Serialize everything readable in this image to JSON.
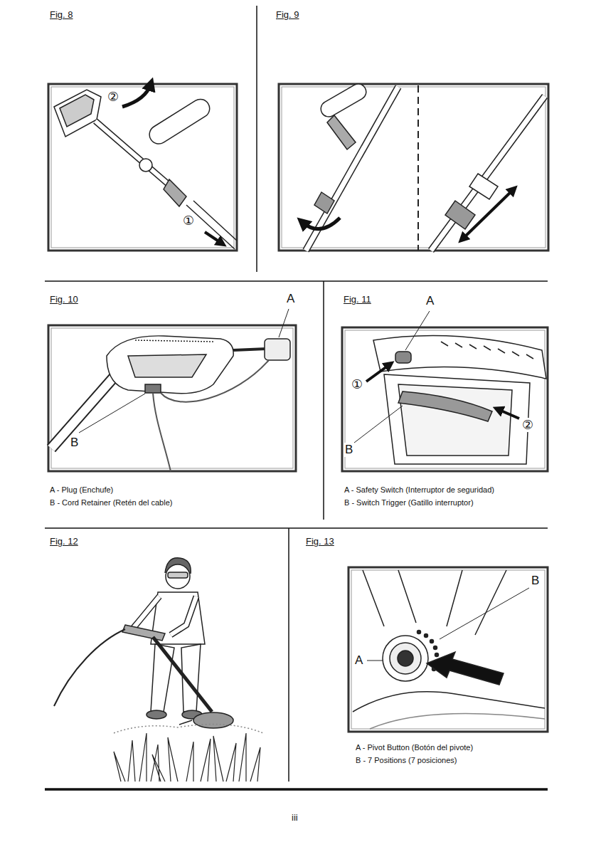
{
  "diagram": {
    "labels": [
      "Fig. 8",
      "②",
      "①",
      "Fig. 9",
      "Fig. 10",
      "A",
      "B",
      "A - Plug (Enchufe)",
      "B - Cord Retainer (Retén del cable)",
      "Fig. 11",
      "A",
      "①",
      "②",
      "B",
      "A - Safety Switch (Interruptor de seguridad)",
      "B - Switch Trigger (Gatillo interruptor)",
      "Fig. 12",
      "Fig. 13",
      "B",
      "A",
      "A - Pivot Button (Botón del pivote)",
      "B - 7 Positions (7 posiciones)",
      "iii"
    ]
  }
}
